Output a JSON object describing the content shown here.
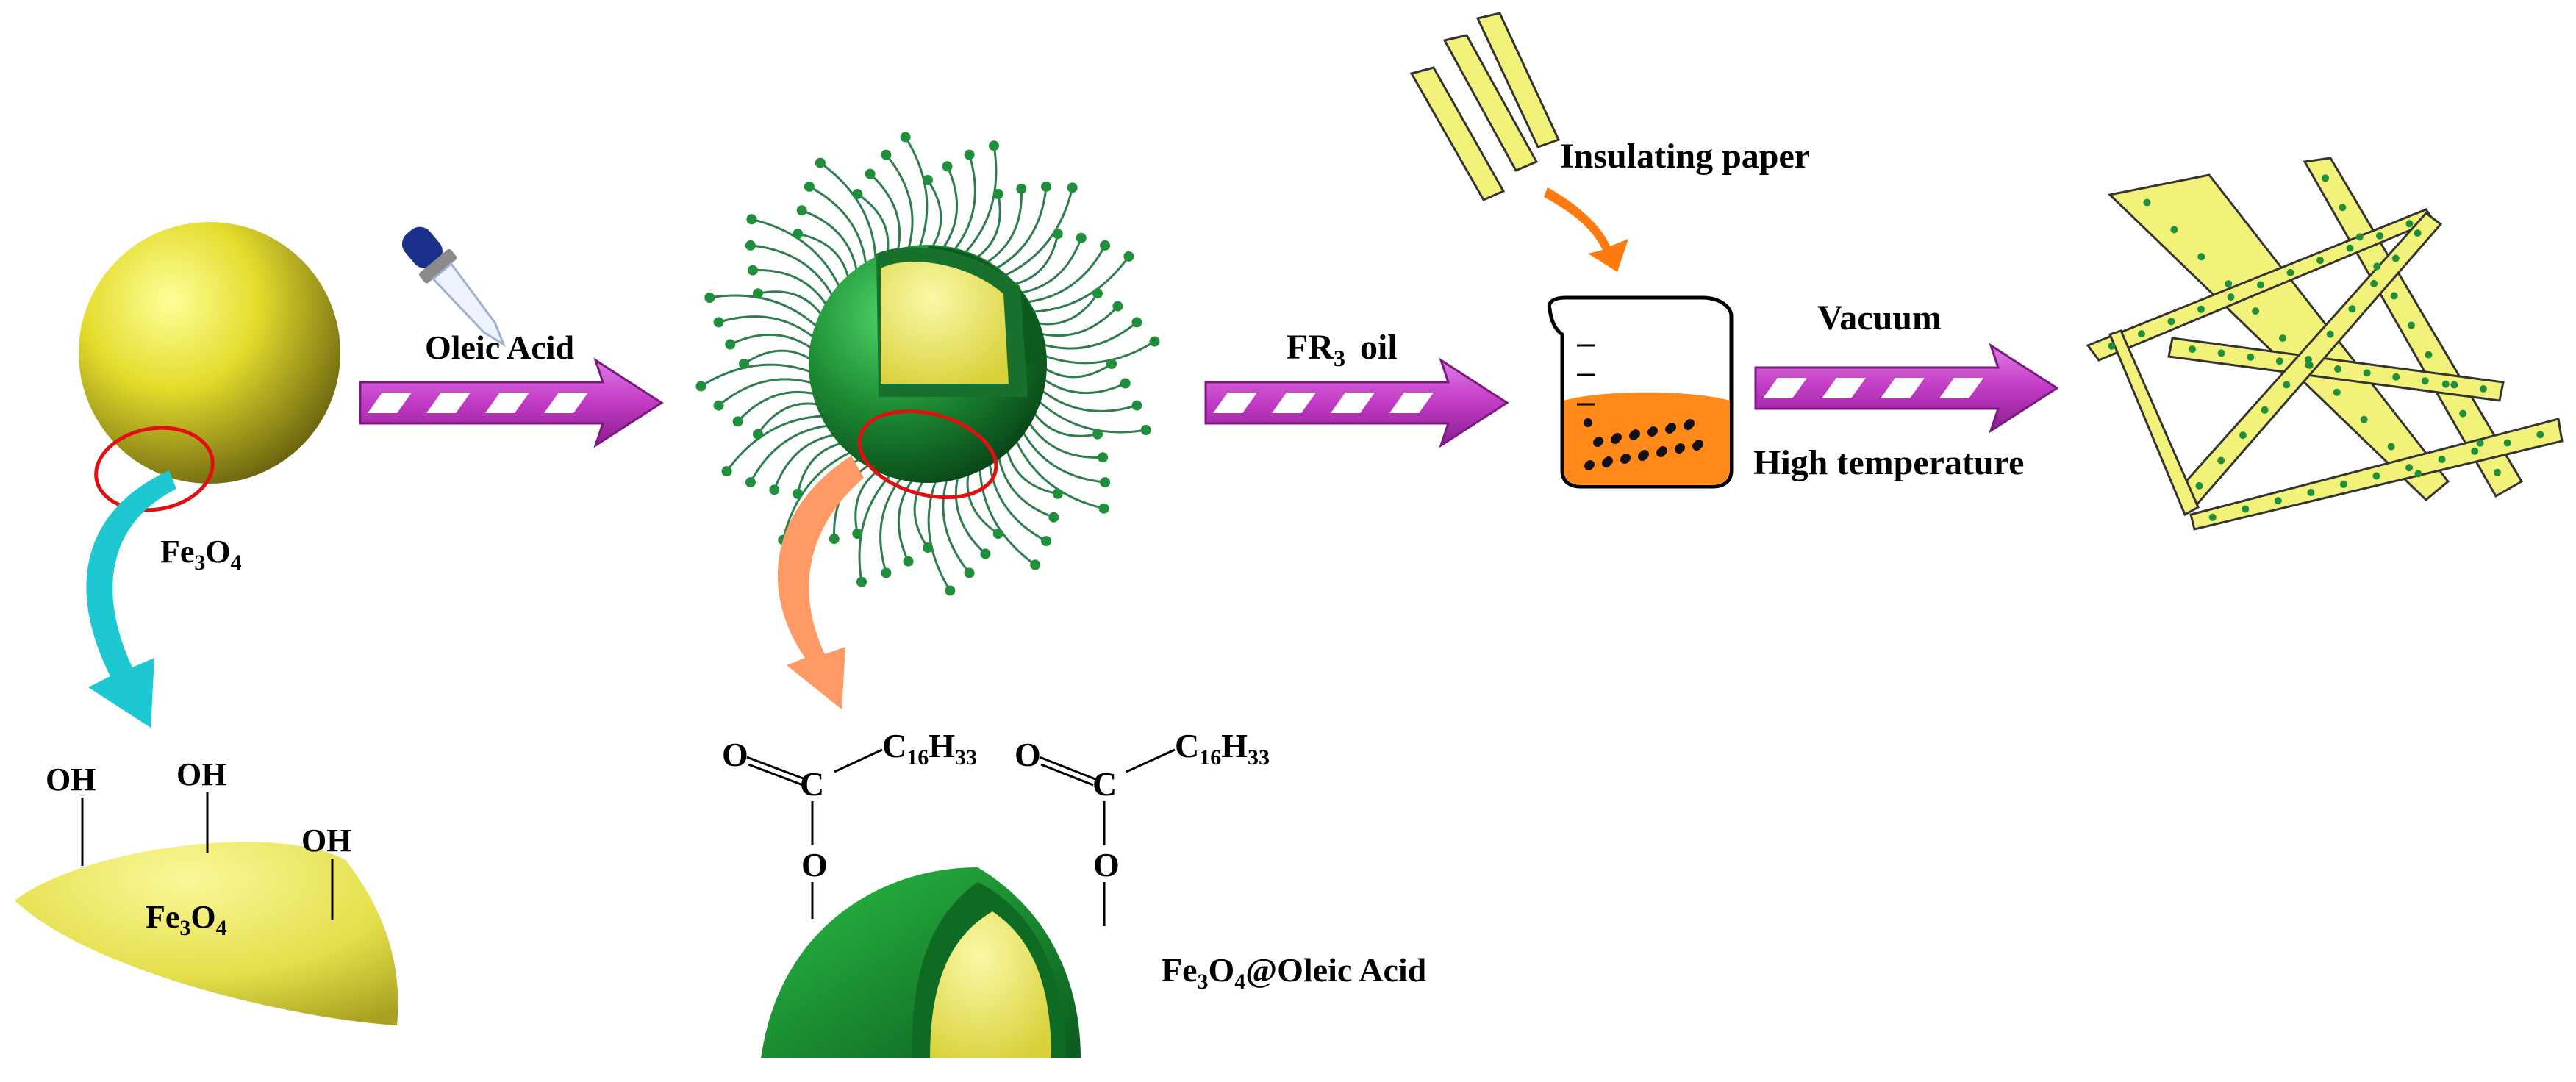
{
  "labels": {
    "oleic_acid": "Oleic Acid",
    "fe3o4_main": "Fe",
    "fe3o4_sub3": "3",
    "fe3o4_o": "O",
    "fe3o4_sub4": "4",
    "fr3_fr": "FR",
    "fr3_sub": "3",
    "fr3_oil": "oil",
    "insulating_paper": "Insulating paper",
    "vacuum": "Vacuum",
    "high_temperature": "High temperature",
    "oh": "OH",
    "o": "O",
    "c": "C",
    "c16": "C",
    "c16_sub16": "16",
    "h33": "H",
    "h33_sub33": "33",
    "fe3o4_oleic_suffix": "@Oleic Acid"
  },
  "colors": {
    "arrow_fill": "#c13ac4",
    "arrow_stripe": "#ffffff",
    "fe3o4_yellow": "#e8e23a",
    "oleic_green": "#1f8f3c",
    "chain_green": "#2e7d4f",
    "oil_orange": "#ff8a1a",
    "cyan_arrow": "#1ec8d0",
    "peach_arrow": "#ff9a66",
    "orange_arrow": "#ff7a10",
    "paper_yellow": "#f2f27a",
    "circle_red": "#e01010"
  }
}
